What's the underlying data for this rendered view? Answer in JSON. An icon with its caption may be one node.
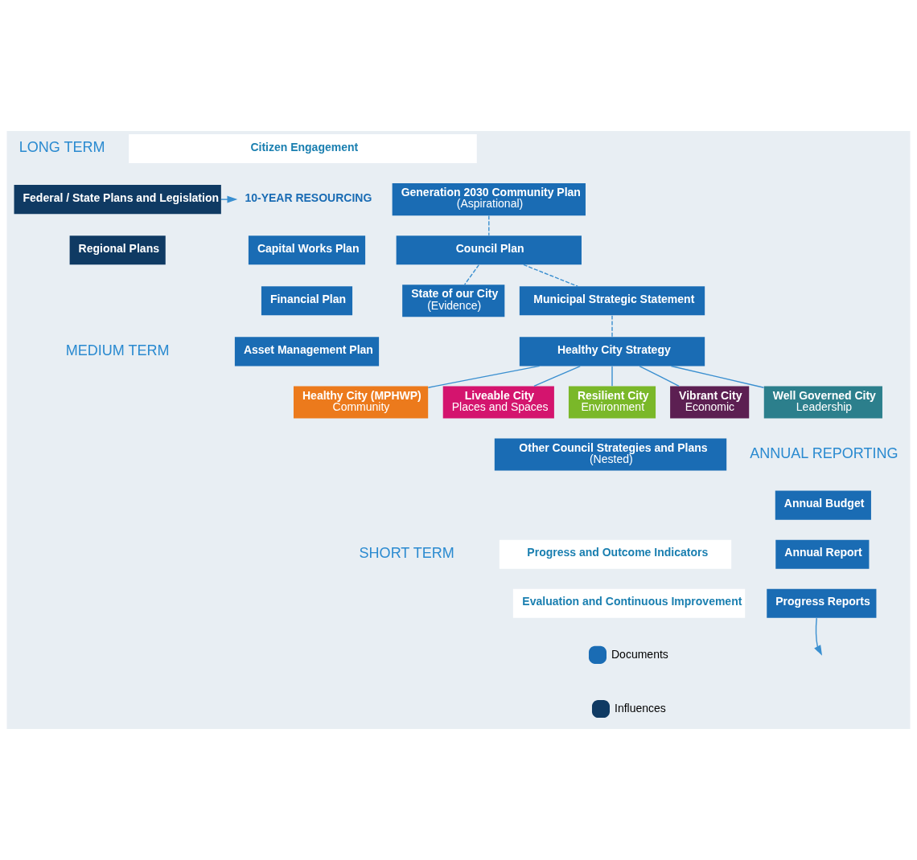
{
  "diagram": {
    "nodes": [
      {
        "text": [
          "Citizen Engagement"
        ]
      },
      {
        "text": [
          "Federal / State Plans and Legislation"
        ]
      },
      {
        "text": [
          "Regional Plans"
        ]
      },
      {
        "text": [
          "Generation 2030 Community Plan",
          "(Aspirational)"
        ]
      },
      {
        "text": [
          "State of our City",
          "(Evidence)"
        ]
      },
      {
        "text": [
          "Council Plan"
        ]
      },
      {
        "text": [
          "Municipal Strategic Statement"
        ]
      },
      {
        "text": [
          "Healthy City Strategy"
        ]
      },
      {
        "text": [
          "10-YEAR RESOURCING"
        ]
      },
      {
        "text": [
          "Capital Works Plan"
        ]
      },
      {
        "text": [
          "Financial Plan"
        ]
      },
      {
        "text": [
          "Asset Management Plan"
        ]
      },
      {
        "text": [
          "Healthy City (MPHWP)",
          "Community"
        ]
      },
      {
        "text": [
          "Liveable City",
          "Places and Spaces"
        ]
      },
      {
        "text": [
          "Resilient City",
          "Environment"
        ]
      },
      {
        "text": [
          "Vibrant City",
          "Economic"
        ]
      },
      {
        "text": [
          "Well Governed City",
          "Leadership"
        ]
      },
      {
        "text": [
          "Other Council Strategies and Plans",
          "(Nested)"
        ]
      },
      {
        "text": [
          "Progress and Outcome Indicators"
        ]
      },
      {
        "text": [
          "Evaluation and Continuous Improvement"
        ]
      },
      {
        "text": [
          "Annual Budget"
        ]
      },
      {
        "text": [
          "Annual Report"
        ]
      },
      {
        "text": [
          "Progress Reports"
        ]
      }
    ],
    "edges": [
      {
        "from": 1,
        "to": 8,
        "arrow": "to"
      },
      {
        "from": 3,
        "to": 5,
        "arrow": "none",
        "style": "dashed"
      },
      {
        "from": 5,
        "to": 4,
        "arrow": "none",
        "style": "dashed"
      },
      {
        "from": 5,
        "to": 6,
        "arrow": "none",
        "style": "dashed"
      },
      {
        "from": 6,
        "to": 7,
        "arrow": "none",
        "style": "dashed"
      },
      {
        "from": 7,
        "to": 12,
        "arrow": "none"
      },
      {
        "from": 7,
        "to": 13,
        "arrow": "none"
      },
      {
        "from": 7,
        "to": 14,
        "arrow": "none"
      },
      {
        "from": 7,
        "to": 15,
        "arrow": "none"
      },
      {
        "from": 7,
        "to": 16,
        "arrow": "none"
      },
      {
        "from": 22,
        "to": null,
        "arrow": "to"
      }
    ],
    "labels": [
      "LONG TERM",
      "MEDIUM TERM",
      "SHORT TERM",
      "ANNUAL REPORTING"
    ],
    "legend": [
      {
        "text": "Documents",
        "color": "#1a6cb4"
      },
      {
        "text": "Influences",
        "color": "#0f3a63"
      }
    ]
  }
}
